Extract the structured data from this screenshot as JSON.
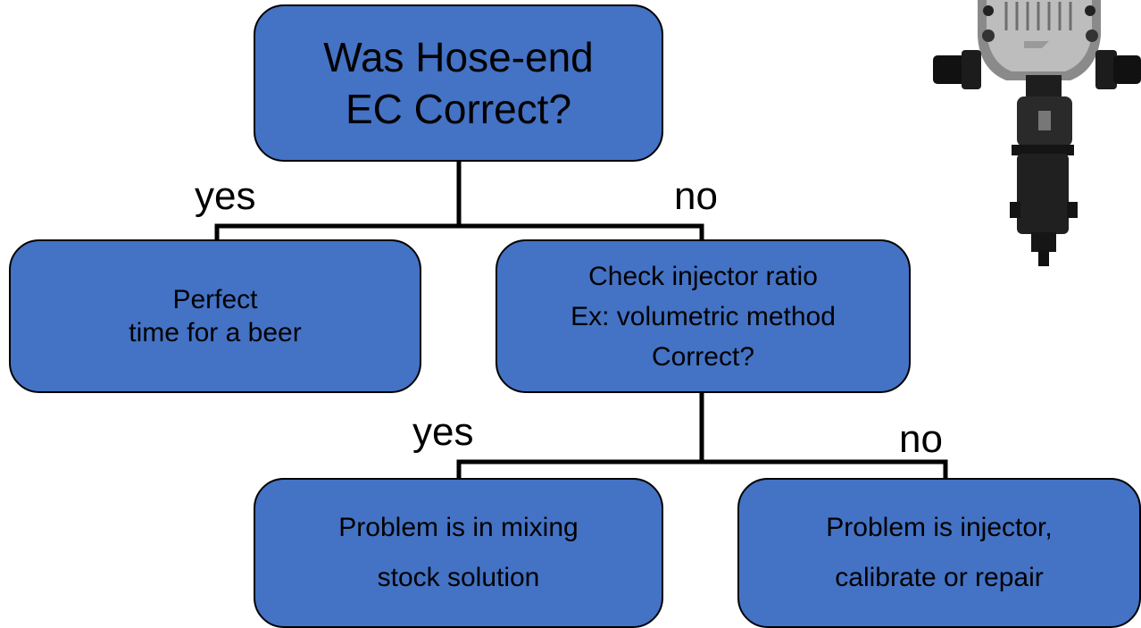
{
  "colors": {
    "box_fill": "#4472c4",
    "box_border": "#000000",
    "connector": "#000000"
  },
  "root": {
    "line1": "Was Hose-end",
    "line2": "EC Correct?"
  },
  "branch1": {
    "yes_label": "yes",
    "no_label": "no"
  },
  "node_perfect": {
    "line1": "Perfect",
    "line2": "time for a beer"
  },
  "node_check": {
    "line1": "Check injector ratio",
    "line2": "Ex: volumetric method",
    "line3": "Correct?"
  },
  "branch2": {
    "yes_label": "yes",
    "no_label": "no"
  },
  "node_mixing": {
    "line1": "Problem is in mixing",
    "line2": "stock solution"
  },
  "node_injector": {
    "line1": "Problem is injector,",
    "line2": "calibrate or repair"
  },
  "image": {
    "icon": "fertilizer-injector-photo"
  }
}
